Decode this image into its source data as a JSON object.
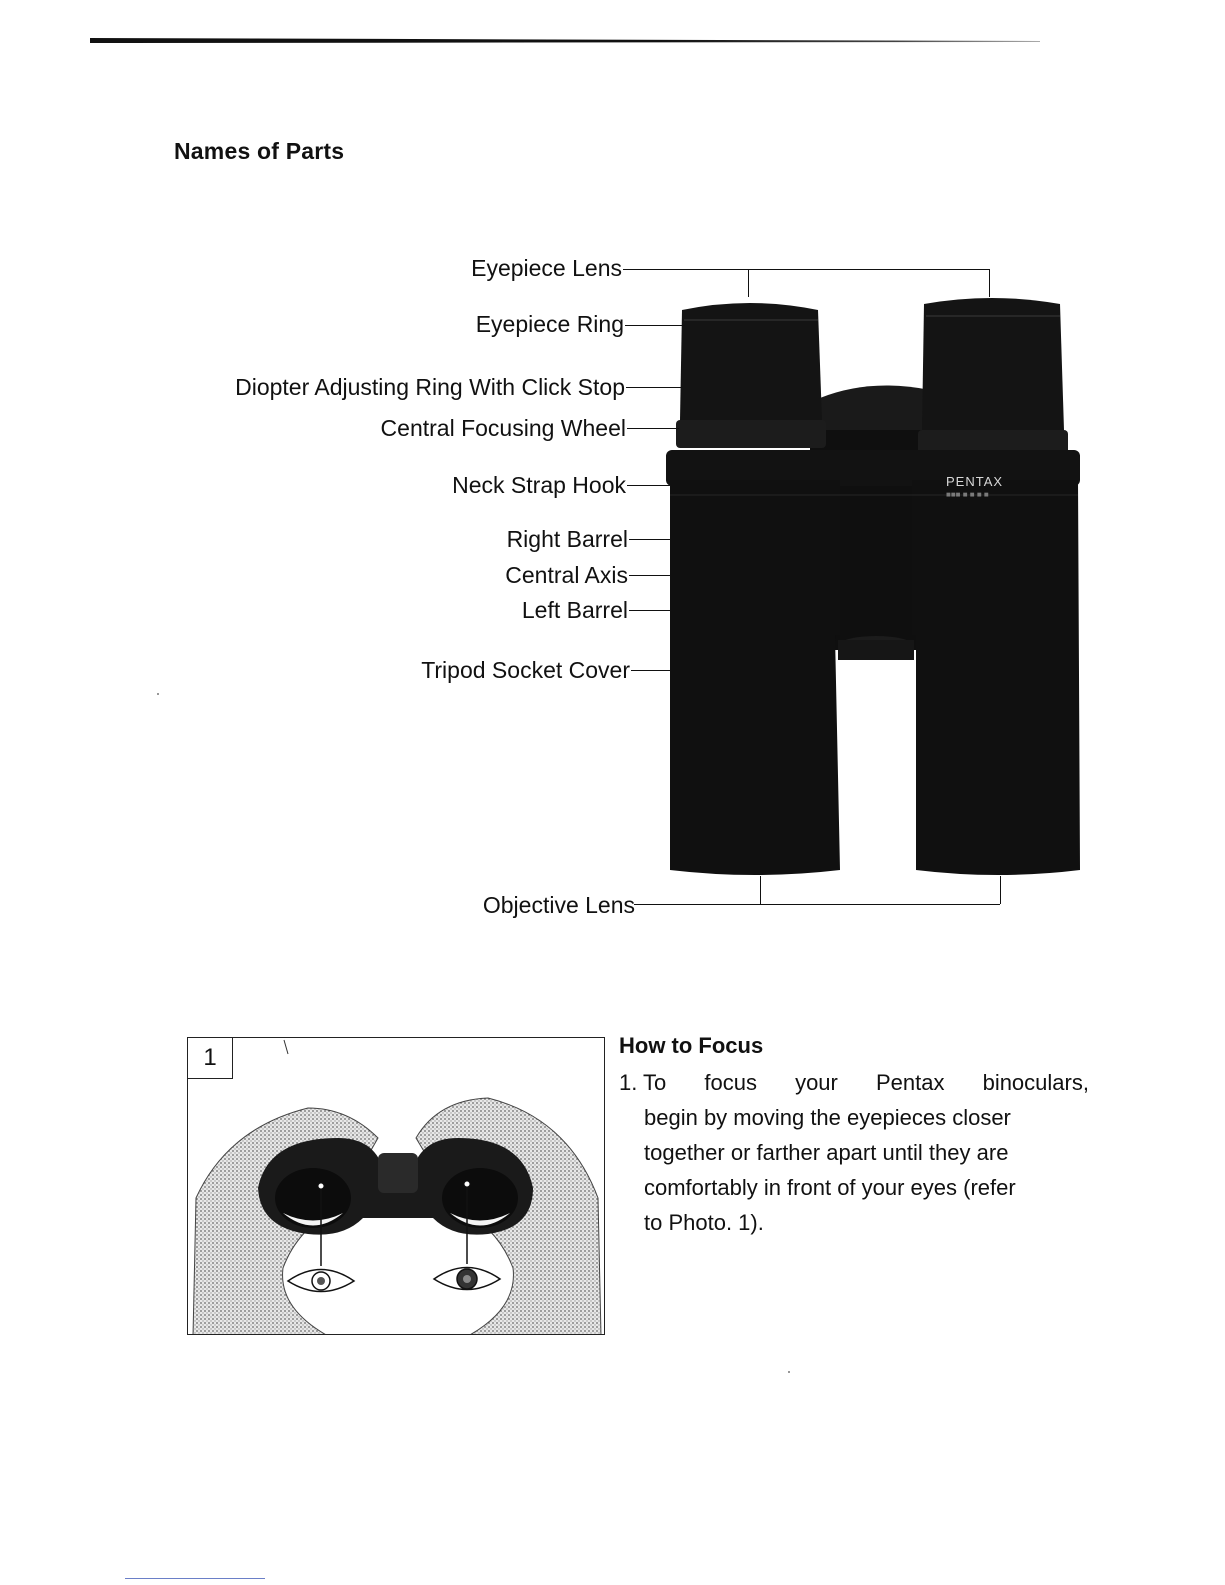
{
  "header": {
    "section_title": "Names of Parts"
  },
  "parts": [
    "Eyepiece Lens",
    "Eyepiece Ring",
    "Diopter Adjusting Ring With Click Stop",
    "Central Focusing Wheel",
    "Neck Strap Hook",
    "Right Barrel",
    "Central Axis",
    "Left Barrel",
    "Tripod Socket Cover",
    "Objective Lens"
  ],
  "binocular_brand": "PENTAX",
  "photo": {
    "number": "1"
  },
  "focus": {
    "title": "How to Focus",
    "step_number": "1.",
    "lines": [
      [
        "To",
        "focus",
        "your",
        "Pentax",
        "binoculars,"
      ],
      "begin by moving the eyepieces closer",
      "together or farther apart until they are",
      "comfortably in front of your eyes (refer",
      "to Photo. 1)."
    ]
  },
  "colors": {
    "ink": "#111111",
    "barrel": "#141414",
    "paper": "#ffffff"
  }
}
